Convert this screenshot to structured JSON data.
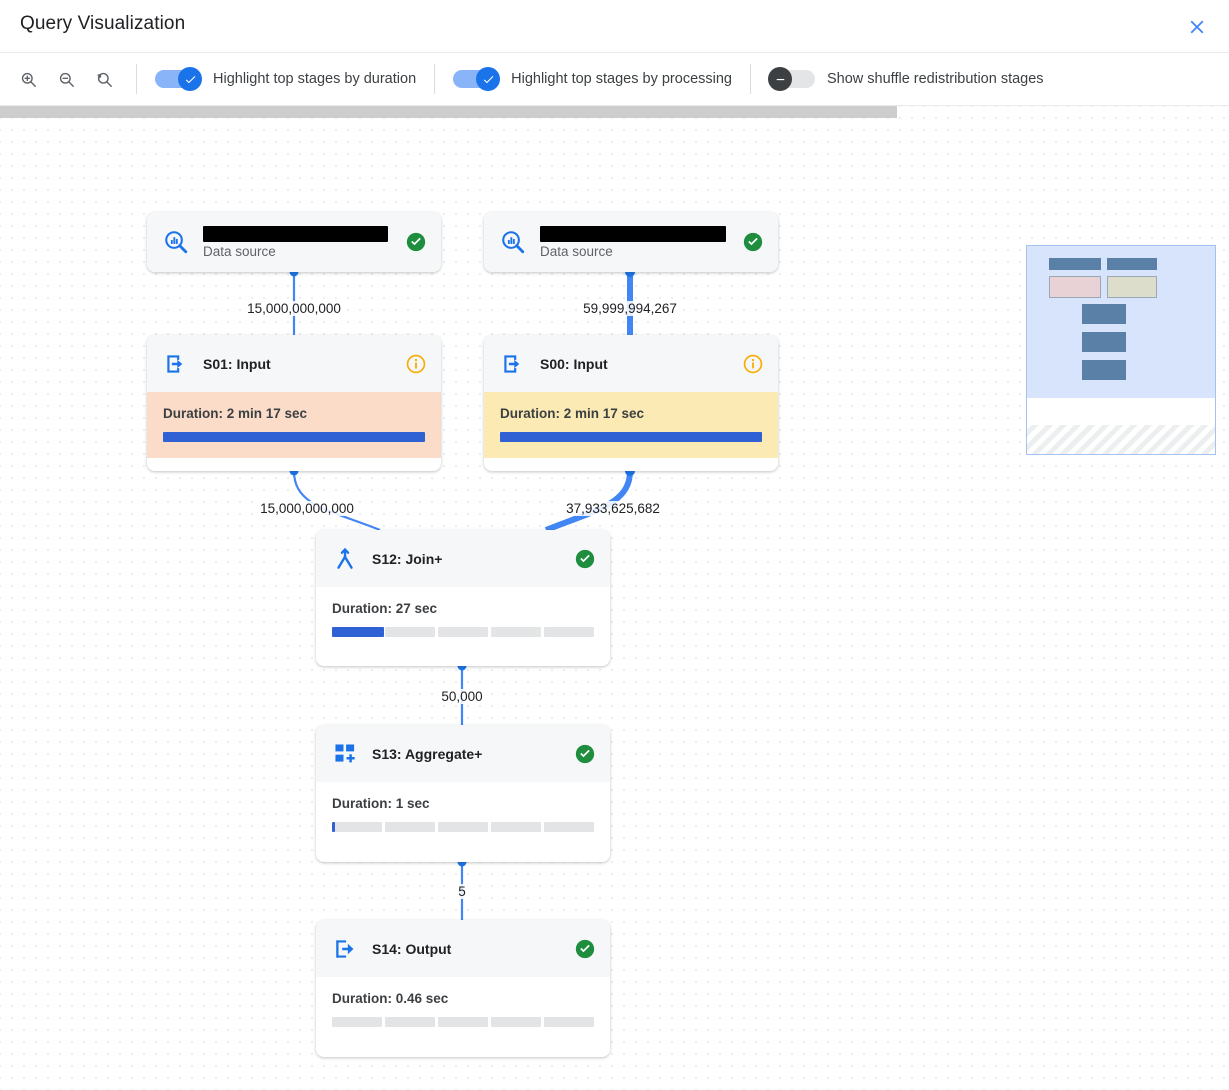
{
  "header": {
    "title": "Query Visualization",
    "close_icon": "close-x-icon"
  },
  "toolbar": {
    "zoom_in_icon": "zoom-in-icon",
    "zoom_out_icon": "zoom-out-icon",
    "zoom_reset_icon": "zoom-reset-icon",
    "toggles": [
      {
        "label": "Highlight top stages by duration",
        "state": "on"
      },
      {
        "label": "Highlight top stages by processing",
        "state": "on"
      },
      {
        "label": "Show shuffle redistribution stages",
        "state": "off"
      }
    ]
  },
  "colors": {
    "accent": "#1a73e8",
    "switch_on_track": "#8ab4f8",
    "switch_off_track": "#e4e5e6",
    "switch_off_thumb": "#3c4043",
    "status_ok": "#1e8e3e",
    "status_info": "#f9ab00",
    "bar_fill": "#2f61d4",
    "bar_track": "#e3e4e6",
    "highlight_duration": "#fadcc8",
    "highlight_processing": "#fbeab4",
    "edge": "#4285f4"
  },
  "graph": {
    "nodes": [
      {
        "id": "ds-left",
        "kind": "data-source",
        "icon": "bigquery-data-source-icon",
        "name_redacted": true,
        "subtitle": "Data source",
        "status": "success"
      },
      {
        "id": "ds-right",
        "kind": "data-source",
        "icon": "bigquery-data-source-icon",
        "name_redacted": true,
        "subtitle": "Data source",
        "status": "success"
      },
      {
        "id": "S01",
        "kind": "stage",
        "icon": "input-arrow-icon",
        "title": "S01: Input",
        "status": "info",
        "duration": "Duration: 2 min 17 sec",
        "progress_pct": 100,
        "highlight": "duration"
      },
      {
        "id": "S00",
        "kind": "stage",
        "icon": "input-arrow-icon",
        "title": "S00: Input",
        "status": "info",
        "duration": "Duration: 2 min 17 sec",
        "progress_pct": 100,
        "highlight": "processing"
      },
      {
        "id": "S12",
        "kind": "stage",
        "icon": "join-merge-icon",
        "title": "S12: Join+",
        "status": "success",
        "duration": "Duration: 27 sec",
        "progress_pct": 20,
        "highlight": "none"
      },
      {
        "id": "S13",
        "kind": "stage",
        "icon": "aggregate-plus-icon",
        "title": "S13: Aggregate+",
        "status": "success",
        "duration": "Duration: 1 sec",
        "progress_pct": 1,
        "highlight": "none"
      },
      {
        "id": "S14",
        "kind": "stage",
        "icon": "output-arrow-icon",
        "title": "S14: Output",
        "status": "success",
        "duration": "Duration: 0.46 sec",
        "progress_pct": 0,
        "highlight": "none"
      }
    ],
    "edges": [
      {
        "from": "ds-left",
        "to": "S01",
        "label": "15,000,000,000",
        "weight": "thin"
      },
      {
        "from": "ds-right",
        "to": "S00",
        "label": "59,999,994,267",
        "weight": "thick"
      },
      {
        "from": "S01",
        "to": "S12",
        "label": "15,000,000,000",
        "weight": "thin"
      },
      {
        "from": "S00",
        "to": "S12",
        "label": "37,933,625,682",
        "weight": "thick"
      },
      {
        "from": "S12",
        "to": "S13",
        "label": "50,000",
        "weight": "thin"
      },
      {
        "from": "S13",
        "to": "S14",
        "label": "5",
        "weight": "thin"
      }
    ]
  },
  "minimap": {
    "name": "graph-minimap"
  }
}
